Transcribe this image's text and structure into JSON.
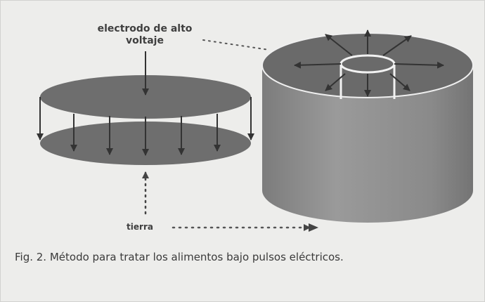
{
  "labels": {
    "high_voltage_electrode": "electrodo de alto voltaje",
    "ground": "tierra"
  },
  "caption": "Fig. 2. Método para tratar los alimentos bajo pulsos eléctricos.",
  "colors": {
    "background": "#ededeb",
    "disc": "#6e6e6e",
    "cylinder_side": "#8f8f8f",
    "cylinder_top": "#6a6a6a",
    "arrow": "#333333",
    "text": "#3a3a3a"
  }
}
